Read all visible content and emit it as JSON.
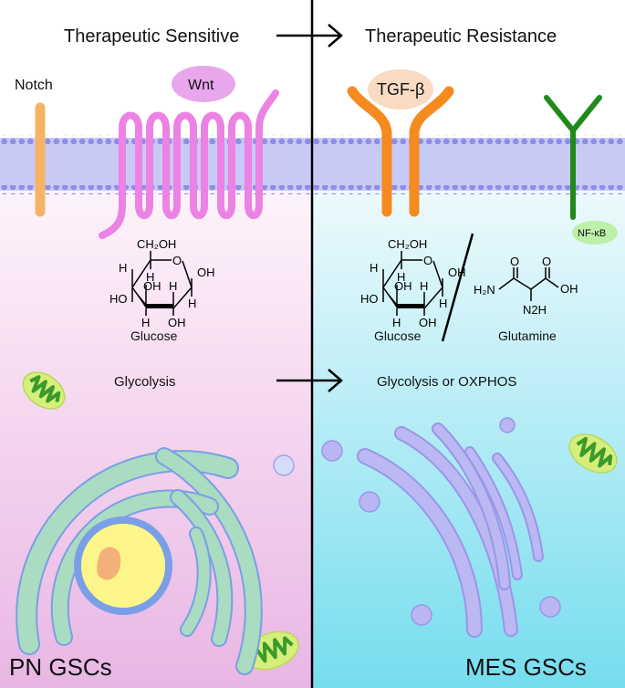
{
  "header": {
    "left_title": "Therapeutic Sensitive",
    "right_title": "Therapeutic Resistance"
  },
  "receptors": {
    "notch": "Notch",
    "wnt": "Wnt",
    "tgf": "TGF-β",
    "nfkb": "NF-κB"
  },
  "metabolism": {
    "left_glucose": "Glucose",
    "right_glucose": "Glucose",
    "glutamine": "Glutamine",
    "left_process": "Glycolysis",
    "right_process": "Glycolysis or OXPHOS"
  },
  "molecules": {
    "ch2oh": "CH₂OH",
    "o": "O",
    "oh": "OH",
    "h": "H",
    "ho": "HO",
    "h2n": "H₂N",
    "n2h": "N2H"
  },
  "cells": {
    "left_name": "PN GSCs",
    "right_name": "MES GSCs"
  },
  "colors": {
    "left_bg_top": "#fff6fb",
    "left_bg_bottom": "#e9b6e4",
    "right_bg_top": "#f3fbfd",
    "right_bg_bottom": "#76ddee",
    "membrane": "#c9c9f6",
    "membrane_dots": "#8e8ee6",
    "notch": "#f5b465",
    "wnt": "#ec82e4",
    "tgf": "#f58a1f",
    "nfkb": "#1f8a1a",
    "mito_outer": "#d6ee7c",
    "mito_inner": "#3a9a2a",
    "er": "#a9dcc0",
    "nucleus": "#fbf58a",
    "nucleolus": "#f4b07a",
    "golgi": "#bcb8f3"
  }
}
